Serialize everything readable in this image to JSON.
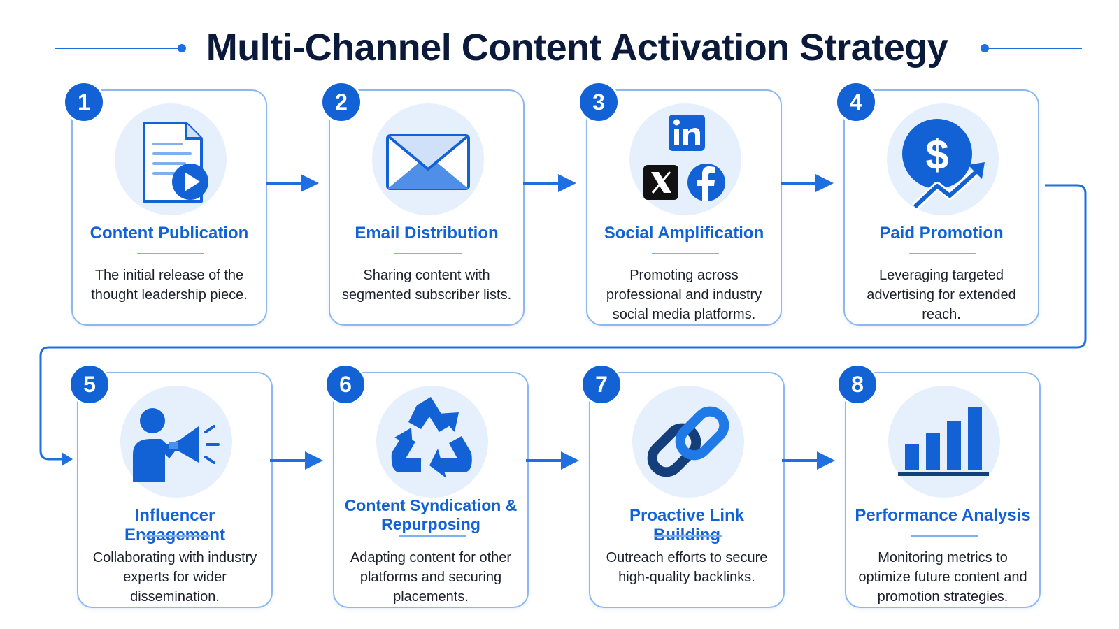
{
  "title": "Multi-Channel Content Activation Strategy",
  "colors": {
    "accent": "#1262d6",
    "light": "#e6f0fd",
    "border": "#8db8ef",
    "dark": "#0b1a3a"
  },
  "steps": [
    {
      "number": "1",
      "title": "Content Publication",
      "description": "The initial release of the thought leadership piece.",
      "icon": "document-play-icon"
    },
    {
      "number": "2",
      "title": "Email Distribution",
      "description": "Sharing content with segmented subscriber lists.",
      "icon": "envelope-icon"
    },
    {
      "number": "3",
      "title": "Social Amplification",
      "description": "Promoting across professional and industry social media platforms.",
      "icon": "social-media-icons"
    },
    {
      "number": "4",
      "title": "Paid Promotion",
      "description": "Leveraging targeted advertising for extended reach.",
      "icon": "dollar-growth-icon"
    },
    {
      "number": "5",
      "title": "Influencer Engagement",
      "description": "Collaborating with industry experts for wider dissemination.",
      "icon": "megaphone-person-icon"
    },
    {
      "number": "6",
      "title": "Content Syndication & Repurposing",
      "description": "Adapting content for other platforms and securing placements.",
      "icon": "recycle-icon"
    },
    {
      "number": "7",
      "title": "Proactive Link Building",
      "description": "Outreach efforts to secure high-quality backlinks.",
      "icon": "chain-link-icon"
    },
    {
      "number": "8",
      "title": "Performance Analysis",
      "description": "Monitoring metrics to optimize future content and promotion strategies.",
      "icon": "bar-chart-icon"
    }
  ]
}
